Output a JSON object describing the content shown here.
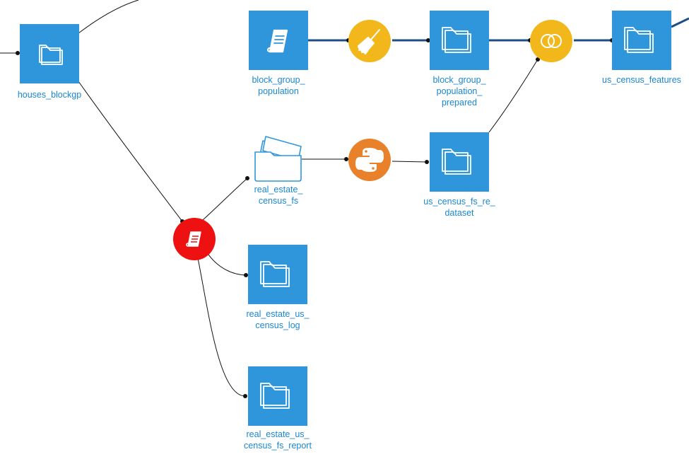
{
  "colors": {
    "dataset": "#2f96dc",
    "label": "#1a87d2",
    "prepare_recipe": "#f2b71a",
    "join_recipe": "#f2b71a",
    "python_recipe": "#e8812a",
    "notebook_recipe": "#ee1111",
    "main_edge": "#1d4f86",
    "edge": "#111111"
  },
  "icons": {
    "dataset": "folder-icon",
    "book": "book-icon",
    "prepare": "broom-icon",
    "join": "venn-icon",
    "python": "python-icon",
    "notebook": "notebook-icon",
    "managed_folder": "open-folder-icon"
  },
  "nodes": {
    "houses_blockgp": "houses_blockgp",
    "block_group_population": "block_group_\npopulation",
    "block_group_population_prepared": "block_group_\npopulation_\nprepared",
    "us_census_features": "us_census_features",
    "real_estate_census_fs": "real_estate_\ncensus_fs",
    "us_census_fs_re_dataset": "us_census_fs_re_\ndataset",
    "real_estate_us_census_log": "real_estate_us_\ncensus_log",
    "real_estate_us_census_fs_report": "real_estate_us_\ncensus_fs_report"
  }
}
